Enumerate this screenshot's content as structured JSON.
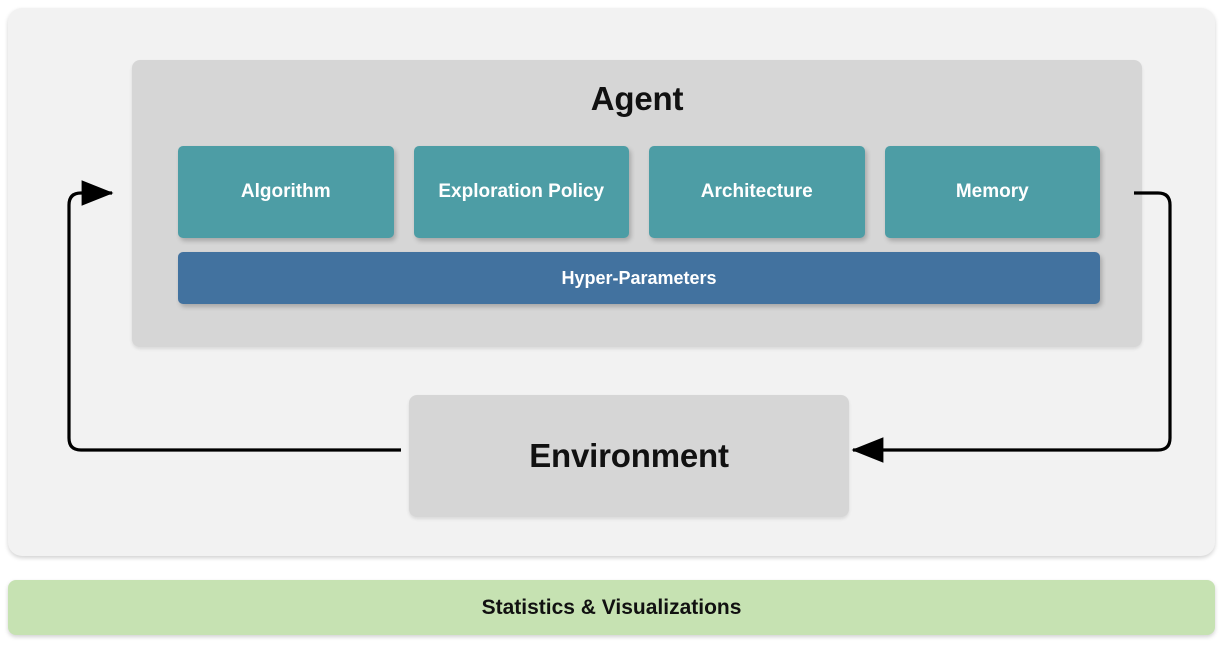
{
  "diagram": {
    "title_visible": false,
    "colors": {
      "canvas": "#ffffff",
      "outer_panel": "#f2f2f2",
      "container_gray": "#d6d6d6",
      "component_teal": "#4d9da5",
      "hyperparameters_blue": "#42729f",
      "statistics_green": "#c6e2b2",
      "arrow_black": "#000000",
      "text_dark": "#111111",
      "text_light": "#ffffff"
    }
  },
  "agent": {
    "title": "Agent",
    "components": [
      {
        "label": "Algorithm"
      },
      {
        "label": "Exploration Policy"
      },
      {
        "label": "Architecture"
      },
      {
        "label": "Memory"
      }
    ],
    "hyper_parameters": {
      "label": "Hyper-Parameters"
    }
  },
  "environment": {
    "title": "Environment"
  },
  "statistics": {
    "label": "Statistics & Visualizations"
  },
  "arrows": [
    {
      "name": "environment-to-agent",
      "from": "Environment",
      "to": "Agent",
      "direction": "left-up-right",
      "head": "arrowhead-right"
    },
    {
      "name": "agent-to-environment",
      "from": "Agent",
      "to": "Environment",
      "direction": "right-down-left",
      "head": "arrowhead-left"
    }
  ]
}
